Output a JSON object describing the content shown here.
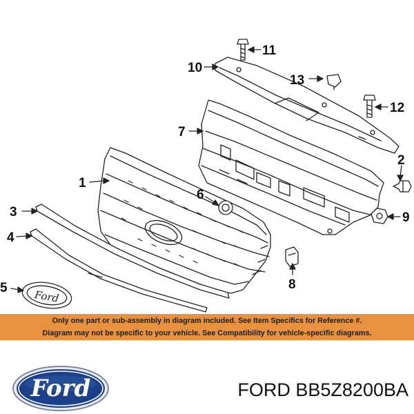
{
  "diagram": {
    "callouts": {
      "c1": "1",
      "c2": "2",
      "c3": "3",
      "c4": "4",
      "c5": "5",
      "c6": "6",
      "c7": "7",
      "c8": "8",
      "c9": "9",
      "c10": "10",
      "c11": "11",
      "c12": "12",
      "c13": "13"
    },
    "emblem_text": "Ford"
  },
  "banner": {
    "line1": "Only one part or sub-assembly in diagram included. See Item Specifics for Reference #.",
    "line2": "Diagram may not be specific to your vehicle. See Compatibility for vehicle-specific diagrams."
  },
  "footer": {
    "logo_text": "Ford",
    "part_label": "FORD BB5Z8200BA"
  },
  "colors": {
    "banner": "#e8913e",
    "logo_blue": "#1b3f8b",
    "line": "#222222"
  }
}
